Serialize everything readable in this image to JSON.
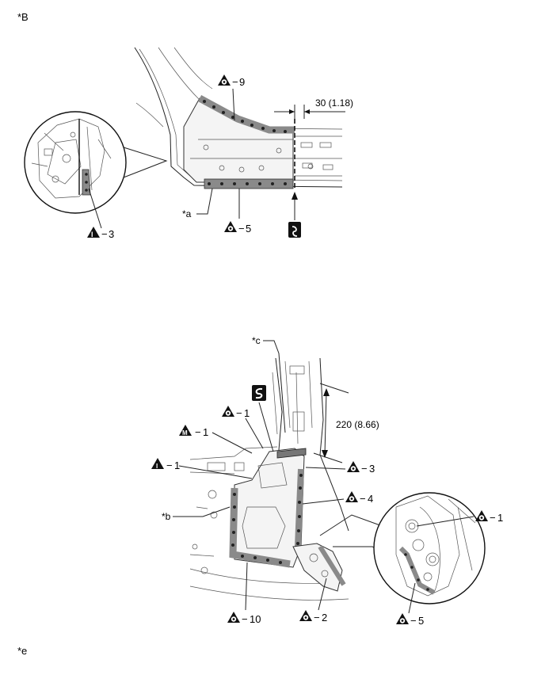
{
  "sheet_label": "*B",
  "footer_label": "*e",
  "top_view": {
    "dimension_text": "30 (1.18)",
    "callout_a": "*a",
    "weld_callouts": [
      {
        "text": "9",
        "symbol": "spot-weld-triangle-icon"
      },
      {
        "text": "5",
        "symbol": "spot-weld-triangle-icon"
      }
    ],
    "detail_callout": {
      "text": "3",
      "symbol": "plug-weld-triangle-icon"
    }
  },
  "bottom_view": {
    "dimension_text": "220 (8.66)",
    "callout_b": "*b",
    "callout_c": "*c",
    "weld_callouts": [
      {
        "text": "1",
        "symbol": "spot-weld-triangle-icon"
      },
      {
        "text": "1",
        "symbol": "mig-weld-triangle-icon"
      },
      {
        "text": "1",
        "symbol": "plug-weld-triangle-icon"
      },
      {
        "text": "3",
        "symbol": "spot-weld-triangle-icon"
      },
      {
        "text": "4",
        "symbol": "spot-weld-triangle-icon"
      },
      {
        "text": "10",
        "symbol": "spot-weld-triangle-icon"
      },
      {
        "text": "2",
        "symbol": "spot-weld-triangle-icon"
      }
    ],
    "detail_callouts": [
      {
        "text": "1",
        "symbol": "spot-weld-triangle-icon"
      },
      {
        "text": "5",
        "symbol": "spot-weld-triangle-icon"
      }
    ]
  },
  "symbol_letters": {
    "spot": "",
    "mig": "M",
    "plug": "I"
  },
  "dash": "−"
}
